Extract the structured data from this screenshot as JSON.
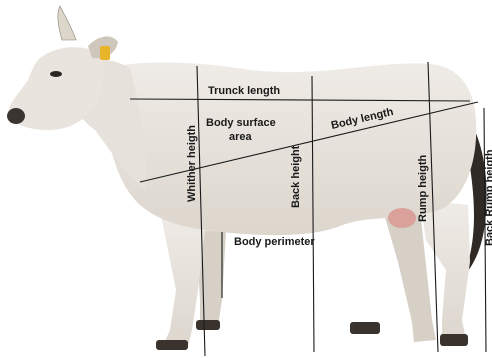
{
  "labels": {
    "trunck_length": "Trunck length",
    "body_surface_area_line1": "Body surface",
    "body_surface_area_line2": "area",
    "body_length": "Body length",
    "whither_height": "Whither heigth",
    "back_height": "Back height",
    "rump_height": "Rump heigth",
    "back_rump_height": "Back Rump heigth",
    "body_perimeter": "Body perimeter"
  },
  "colors": {
    "background": "#ffffff",
    "cow_body": "#ece8e2",
    "cow_shade": "#d7d1c8",
    "dark_tail": "#2f2a25",
    "ear_tag": "#e8b52a",
    "measurement_lines": "#1a1a1a"
  }
}
